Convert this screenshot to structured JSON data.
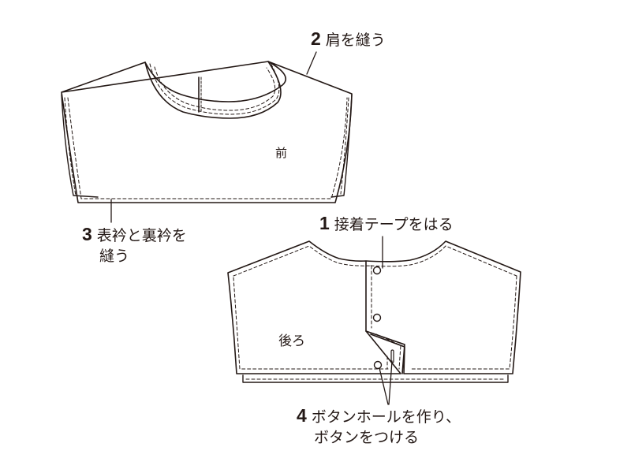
{
  "diagram": {
    "colors": {
      "line": "#231815",
      "stitch": "#231815",
      "background": "#ffffff"
    },
    "pieces": {
      "front": {
        "label": "前"
      },
      "back": {
        "label": "後ろ"
      }
    },
    "steps": [
      {
        "number": "1",
        "text": "接着テープをはる",
        "text_line2": ""
      },
      {
        "number": "2",
        "text": "肩を縫う",
        "text_line2": ""
      },
      {
        "number": "3",
        "text": "表衿と裏衿を",
        "text_line2": "縫う"
      },
      {
        "number": "4",
        "text": "ボタンホールを作り、",
        "text_line2": "ボタンをつける"
      }
    ]
  }
}
